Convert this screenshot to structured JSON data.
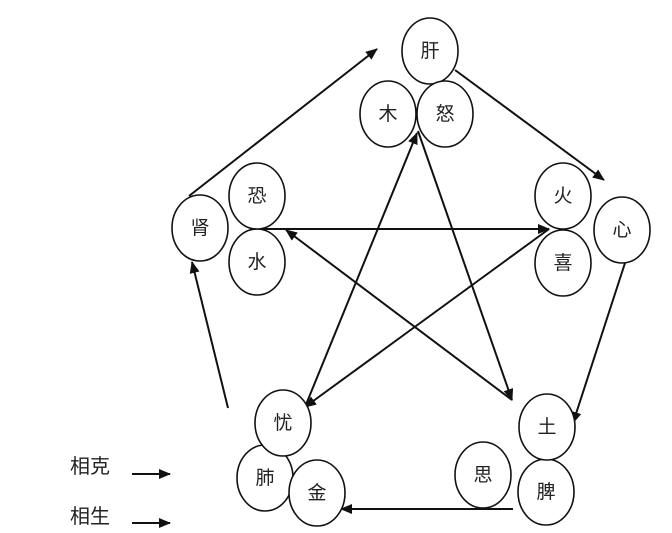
{
  "diagram": {
    "title": "五行 — 五脏 — 五志",
    "nodes": [
      {
        "id": "gan",
        "label": "肝",
        "group": "wood",
        "role": "organ"
      },
      {
        "id": "mu",
        "label": "木",
        "group": "wood",
        "role": "element"
      },
      {
        "id": "nu",
        "label": "怒",
        "group": "wood",
        "role": "emotion"
      },
      {
        "id": "xin",
        "label": "心",
        "group": "fire",
        "role": "organ"
      },
      {
        "id": "huo",
        "label": "火",
        "group": "fire",
        "role": "element"
      },
      {
        "id": "xi",
        "label": "喜",
        "group": "fire",
        "role": "emotion"
      },
      {
        "id": "pi",
        "label": "脾",
        "group": "earth",
        "role": "organ"
      },
      {
        "id": "tu",
        "label": "土",
        "group": "earth",
        "role": "element"
      },
      {
        "id": "si",
        "label": "思",
        "group": "earth",
        "role": "emotion"
      },
      {
        "id": "fei",
        "label": "肺",
        "group": "metal",
        "role": "organ"
      },
      {
        "id": "jin",
        "label": "金",
        "group": "metal",
        "role": "element"
      },
      {
        "id": "you",
        "label": "忧",
        "group": "metal",
        "role": "emotion"
      },
      {
        "id": "shen",
        "label": "肾",
        "group": "water",
        "role": "organ"
      },
      {
        "id": "shui",
        "label": "水",
        "group": "water",
        "role": "element"
      },
      {
        "id": "kong",
        "label": "恐",
        "group": "water",
        "role": "emotion"
      }
    ],
    "edges_generating": [
      {
        "from": "gan",
        "to": "xin"
      },
      {
        "from": "xin",
        "to": "tu"
      },
      {
        "from": "pi",
        "to": "jin"
      },
      {
        "from": "fei",
        "to": "shen"
      },
      {
        "from": "shen",
        "to": "gan"
      }
    ],
    "edges_restraining": [
      {
        "from": "mu",
        "to": "tu"
      },
      {
        "from": "tu",
        "to": "shui"
      },
      {
        "from": "shui",
        "to": "huo"
      },
      {
        "from": "huo",
        "to": "you"
      },
      {
        "from": "you",
        "to": "mu"
      }
    ],
    "legend": [
      {
        "label": "相克",
        "meaning": "restraining"
      },
      {
        "label": "相生",
        "meaning": "generating"
      }
    ]
  }
}
